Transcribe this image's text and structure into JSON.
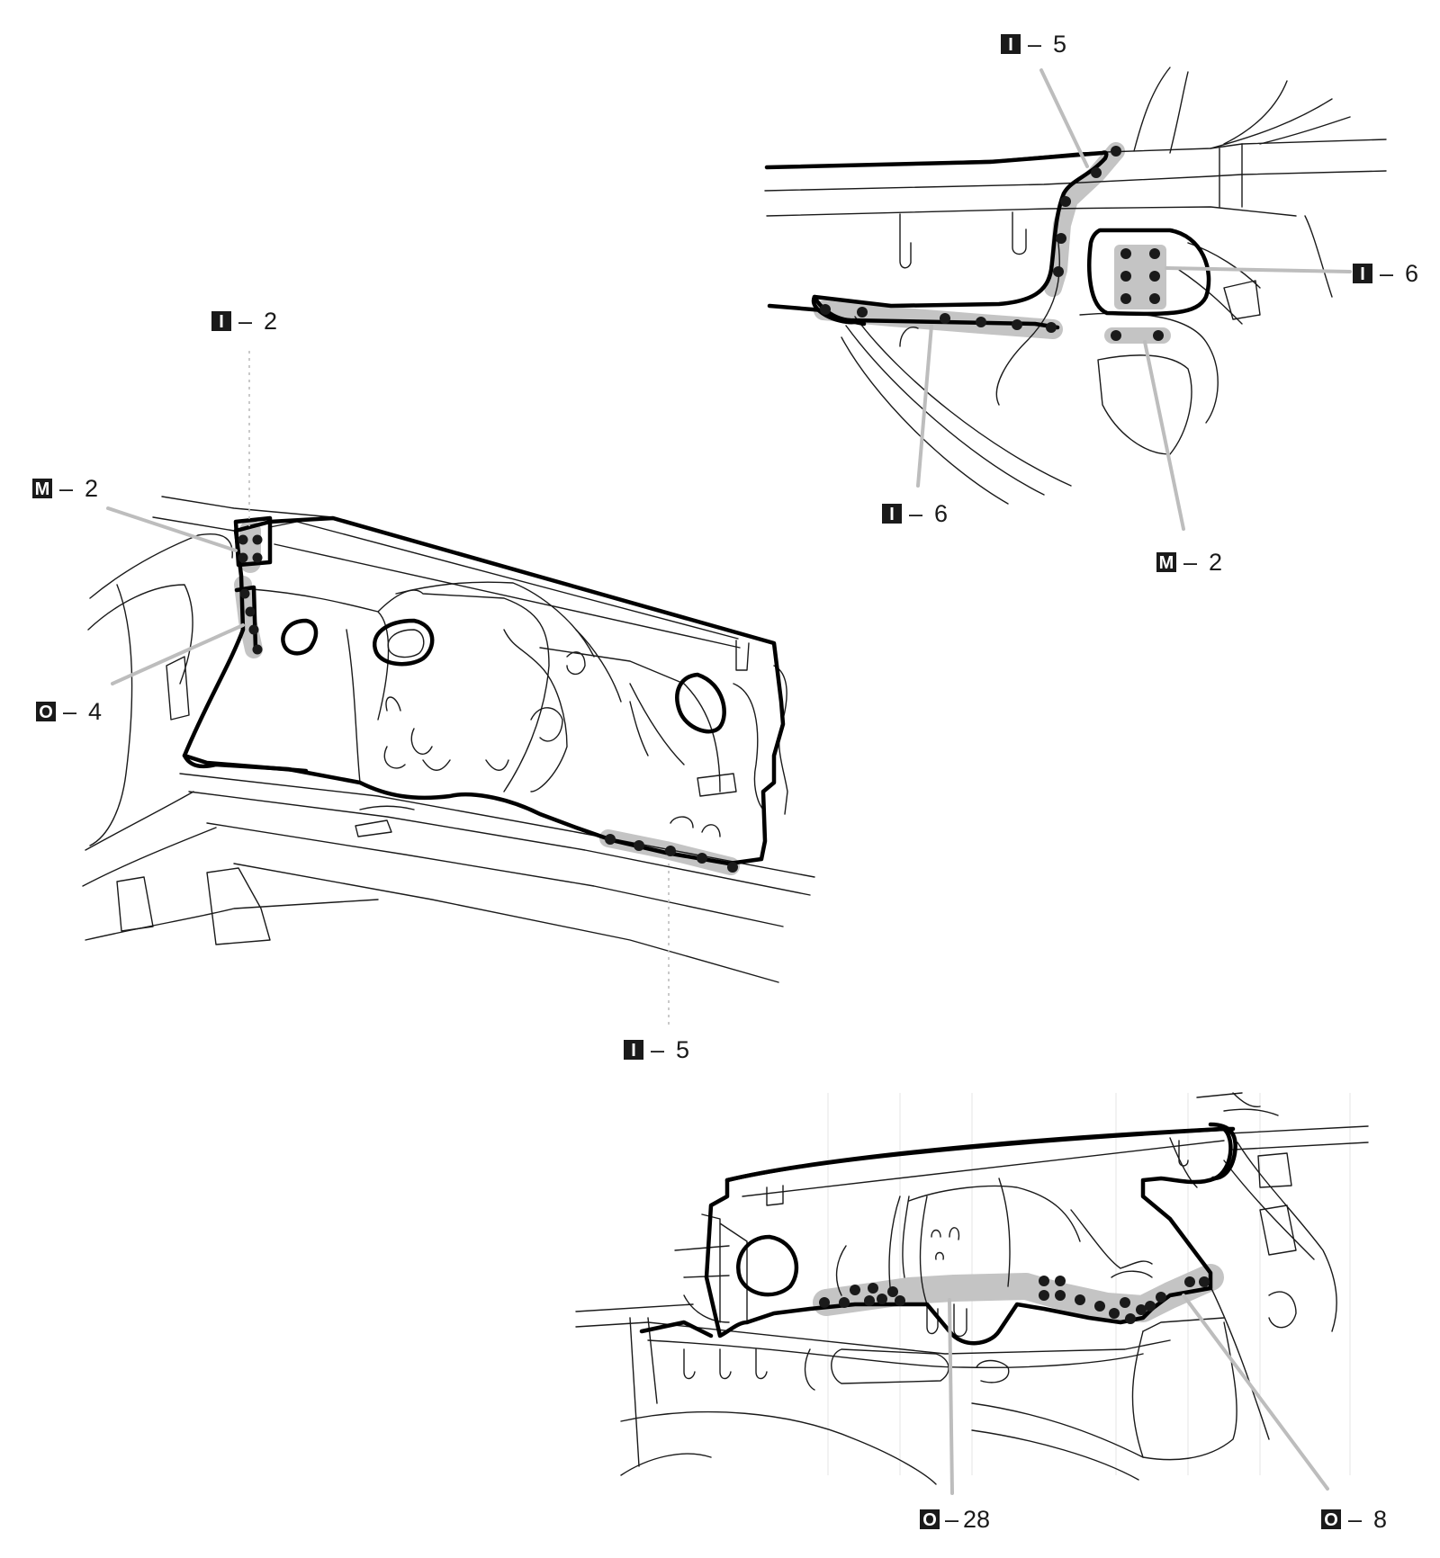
{
  "colors": {
    "line": "#1a1a1a",
    "weld_band": "#c4c4c4",
    "leader": "#bdbdbd",
    "spot": "#1a1a1a",
    "box": "#1a1a1a"
  },
  "callouts": {
    "top_i5": {
      "code": "I",
      "count": "5"
    },
    "top_i6_r": {
      "code": "I",
      "count": "6"
    },
    "top_i6_b": {
      "code": "I",
      "count": "6"
    },
    "top_m2": {
      "code": "M",
      "count": "2"
    },
    "mid_i2": {
      "code": "I",
      "count": "2"
    },
    "mid_m2": {
      "code": "M",
      "count": "2"
    },
    "mid_o4": {
      "code": "O",
      "count": "4"
    },
    "mid_i5": {
      "code": "I",
      "count": "5"
    },
    "bot_o28": {
      "code": "O",
      "count": "28"
    },
    "bot_o8": {
      "code": "O",
      "count": "8"
    }
  }
}
